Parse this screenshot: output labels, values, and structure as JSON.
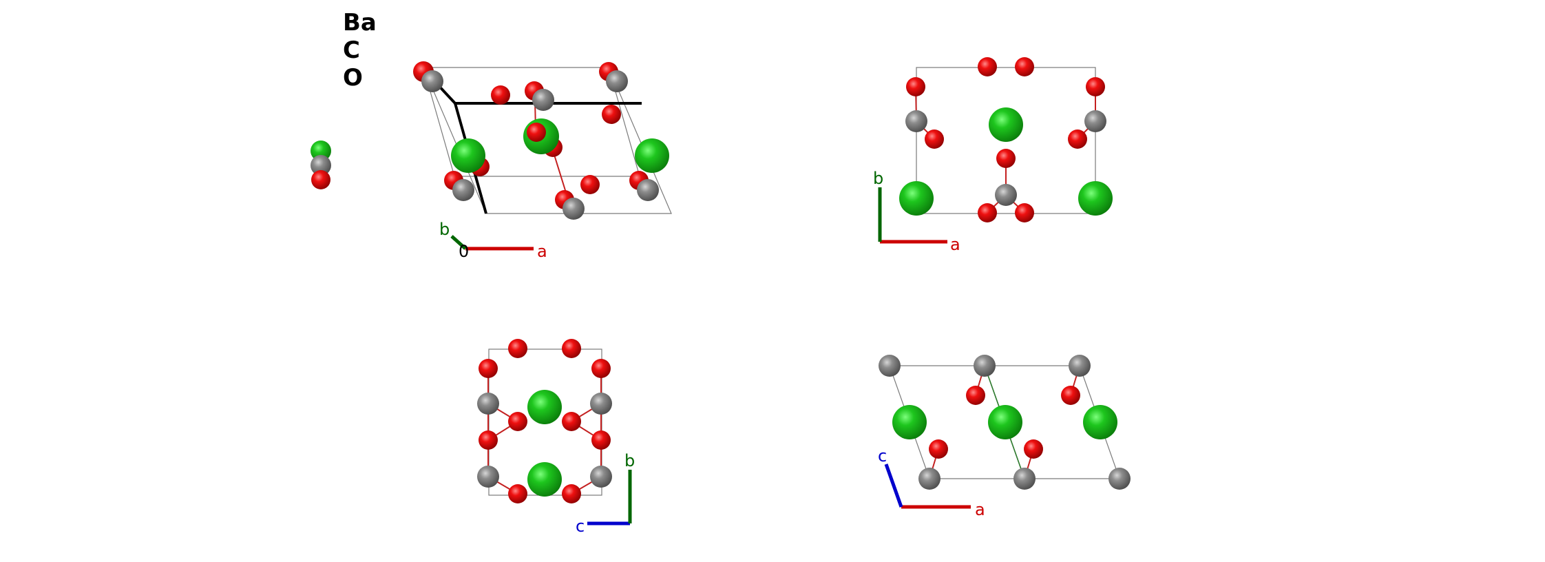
{
  "legend": {
    "title_lines": [
      "Ba",
      "C",
      "O"
    ],
    "elements": [
      {
        "symbol": "Ba",
        "color": "#16b416"
      },
      {
        "symbol": "C",
        "color": "#808080"
      },
      {
        "symbol": "O",
        "color": "#e00000"
      }
    ]
  },
  "views": {
    "perspective": {
      "axes": {
        "a": "a",
        "b": "b",
        "origin": "0"
      }
    },
    "view_ab": {
      "axes": {
        "a": "a",
        "b": "b"
      }
    },
    "view_cb": {
      "axes": {
        "c": "c",
        "b": "b"
      }
    },
    "view_ca": {
      "axes": {
        "c": "c",
        "a": "a"
      }
    }
  },
  "colors": {
    "ba": "#16b416",
    "c": "#808080",
    "o": "#e00000",
    "axis_a": "#cc0000",
    "axis_b": "#006600",
    "axis_c": "#0000cc"
  }
}
